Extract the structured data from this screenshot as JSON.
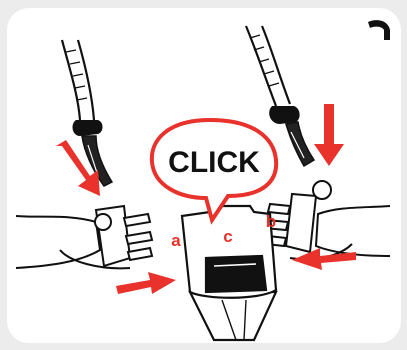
{
  "callout": {
    "text": "CLICK"
  },
  "labels": {
    "a": "a",
    "b": "b",
    "c": "c"
  },
  "colors": {
    "accent": "#e8322b",
    "ink": "#111111",
    "background": "#ececec",
    "panel": "#ffffff"
  }
}
